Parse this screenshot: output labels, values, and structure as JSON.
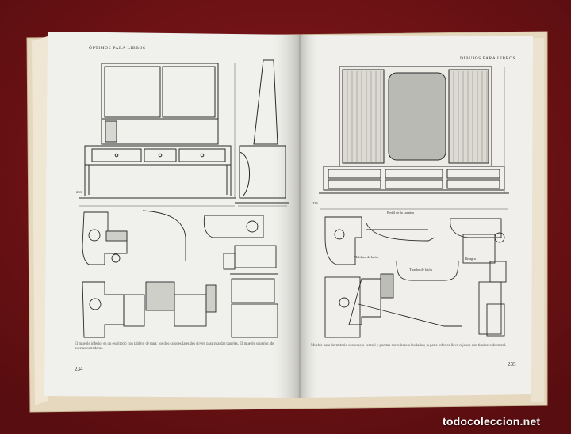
{
  "book": {
    "left_header": "ÓPTIMOS PARA LIBROS",
    "right_header": "DIBUJOS PARA LIBROS",
    "left_page_number": "234",
    "right_page_number": "235",
    "left_caption": "El mueble inferior es un escritorio con tablero de tapa; los dos cajones laterales sirven para guardar papeles. El mueble superior, de puertas correderas.",
    "right_caption": "Mueble para dormitorio con espejo central y puertas correderas a los lados; la parte inferior lleva cajones con tiradores de metal.",
    "label_top": "Perfil de la cornisa",
    "label_moldura": "Moldura de latón",
    "label_tirador": "Tirador de latón",
    "label_bisagra": "Bisagra",
    "label_fig_left": "233",
    "label_fig_right": "236"
  },
  "watermark": {
    "brand": "todocoleccion",
    "tld": ".net"
  },
  "colors": {
    "background": "#7a1418",
    "cover": "#e8dcc6",
    "page": "#f0f0ec",
    "ink": "#2a2a2a"
  }
}
